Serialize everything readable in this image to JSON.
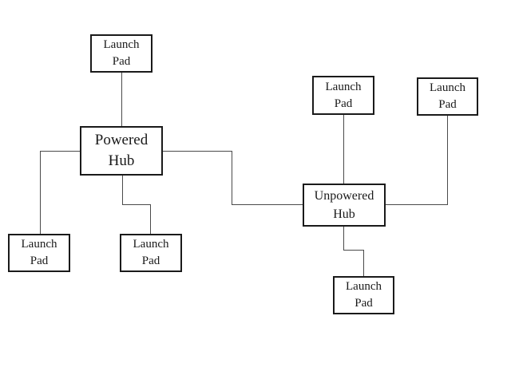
{
  "colors": {
    "background": "#ffffff",
    "box_border": "#1a1a1a",
    "connector": "#4a4a4a",
    "text": "#1a1a1a"
  },
  "nodes": [
    {
      "id": "launch-pad-top-left",
      "type": "launch-pad",
      "lines": [
        "Launch",
        "Pad"
      ]
    },
    {
      "id": "powered-hub",
      "type": "hub",
      "lines": [
        "Powered",
        "Hub"
      ]
    },
    {
      "id": "launch-pad-bottom-left",
      "type": "launch-pad",
      "lines": [
        "Launch",
        "Pad"
      ]
    },
    {
      "id": "launch-pad-bottom-middle",
      "type": "launch-pad",
      "lines": [
        "Launch",
        "Pad"
      ]
    },
    {
      "id": "unpowered-hub",
      "type": "hub",
      "lines": [
        "Unpowered",
        "Hub"
      ]
    },
    {
      "id": "launch-pad-top-middle",
      "type": "launch-pad",
      "lines": [
        "Launch",
        "Pad"
      ]
    },
    {
      "id": "launch-pad-top-right",
      "type": "launch-pad",
      "lines": [
        "Launch",
        "Pad"
      ]
    },
    {
      "id": "launch-pad-bottom-right",
      "type": "launch-pad",
      "lines": [
        "Launch",
        "Pad"
      ]
    }
  ],
  "edges": [
    {
      "from": "launch-pad-top-left",
      "to": "powered-hub"
    },
    {
      "from": "powered-hub",
      "to": "launch-pad-bottom-left"
    },
    {
      "from": "powered-hub",
      "to": "launch-pad-bottom-middle"
    },
    {
      "from": "powered-hub",
      "to": "unpowered-hub"
    },
    {
      "from": "launch-pad-top-middle",
      "to": "unpowered-hub"
    },
    {
      "from": "launch-pad-top-right",
      "to": "unpowered-hub"
    },
    {
      "from": "unpowered-hub",
      "to": "launch-pad-bottom-right"
    }
  ]
}
